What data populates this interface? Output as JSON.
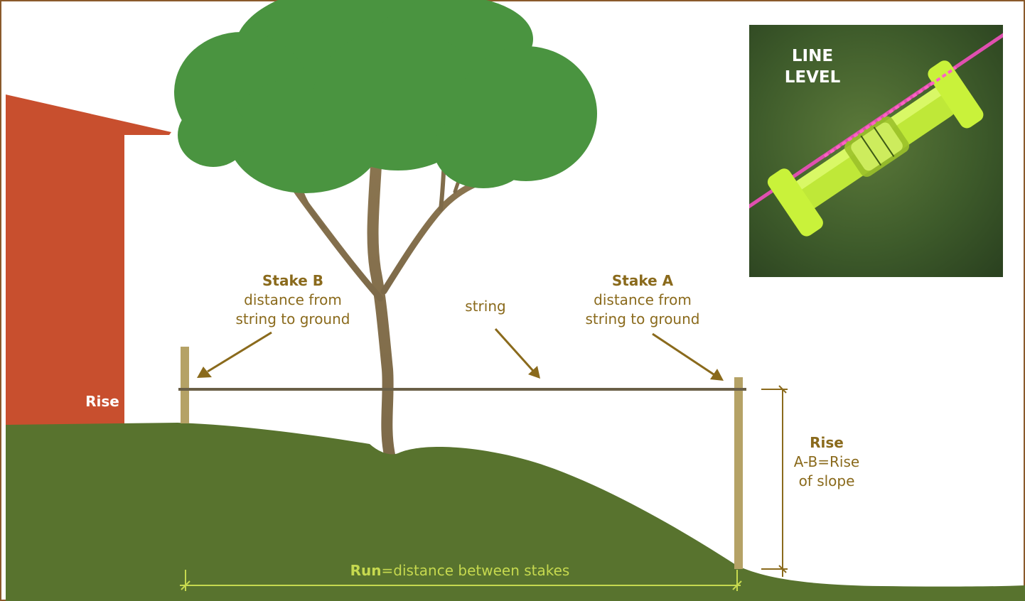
{
  "colors": {
    "frame": "#8a5a2b",
    "house": "#c84f2e",
    "ground": "#58732e",
    "foliage": "#4a9440",
    "trunk": "#8b7550",
    "stake": "#b5a266",
    "string": "#6a5f47",
    "label": "#8a6a1c",
    "run_label": "#c6d94f",
    "rise_left_label": "#ffffff",
    "inset_bg": "#3f5a2c",
    "line_level": "#c9f23a",
    "line_pink": "#e04fb0"
  },
  "labels": {
    "stake_b_title": "Stake B",
    "stake_b_line1": "distance from",
    "stake_b_line2": "string to ground",
    "stake_a_title": "Stake A",
    "stake_a_line1": "distance from",
    "stake_a_line2": "string to ground",
    "string": "string",
    "rise_left": "Rise",
    "rise_right_title": "Rise",
    "rise_right_line1": "A-B=Rise",
    "rise_right_line2": "of slope",
    "run_bold": "Run",
    "run_rest": "=distance between stakes"
  },
  "inset": {
    "title_line1": "LINE",
    "title_line2": "LEVEL"
  }
}
